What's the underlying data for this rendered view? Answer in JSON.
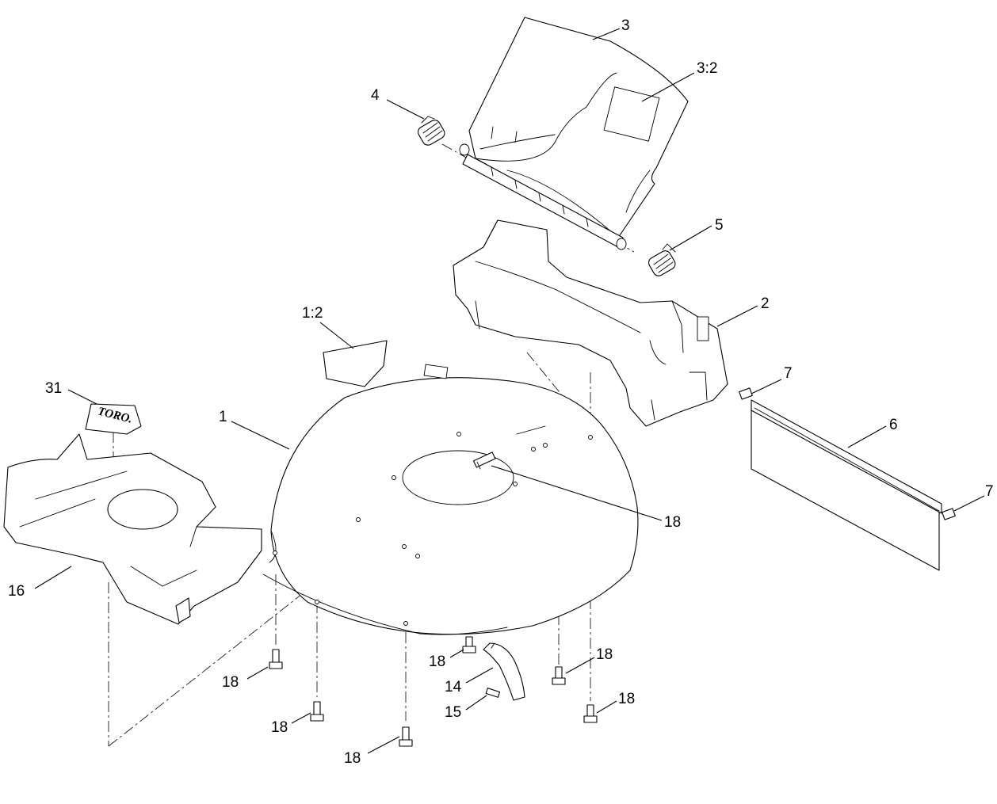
{
  "callouts": {
    "c3": "3",
    "c3_2": "3:2",
    "c4": "4",
    "c5": "5",
    "c2": "2",
    "c1_2": "1:2",
    "c31": "31",
    "c1": "1",
    "c7_top": "7",
    "c6": "6",
    "c7_right": "7",
    "c18_center": "18",
    "c16": "16",
    "c18_a": "18",
    "c18_b": "18",
    "c18_c": "18",
    "c18_d": "18",
    "c18_e": "18",
    "c18_f": "18",
    "c14": "14",
    "c15": "15"
  },
  "logo_text": "TORO.",
  "colors": {
    "line": "#000000",
    "background": "#ffffff",
    "panel": "#f5f5f5"
  }
}
